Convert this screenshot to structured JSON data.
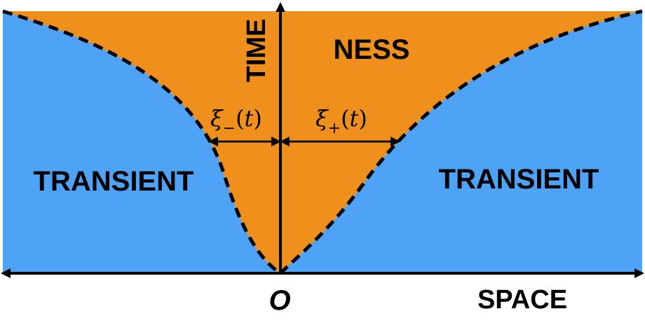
{
  "regions": {
    "left_label": "TRANSIENT",
    "right_label": "TRANSIENT",
    "center_label": "NESS"
  },
  "axes": {
    "x_label": "SPACE",
    "y_label": "TIME",
    "origin_label": "O"
  },
  "fronts": {
    "left": {
      "symbol": "ξ",
      "subscript": "−",
      "arg_open": "(",
      "arg": "t",
      "arg_close": ")"
    },
    "right": {
      "symbol": "ξ",
      "subscript": "+",
      "arg_open": "(",
      "arg": "t",
      "arg_close": ")"
    }
  },
  "colors": {
    "transient": "#4fa3f7",
    "ness": "#f0901c",
    "lines": "#000000"
  }
}
